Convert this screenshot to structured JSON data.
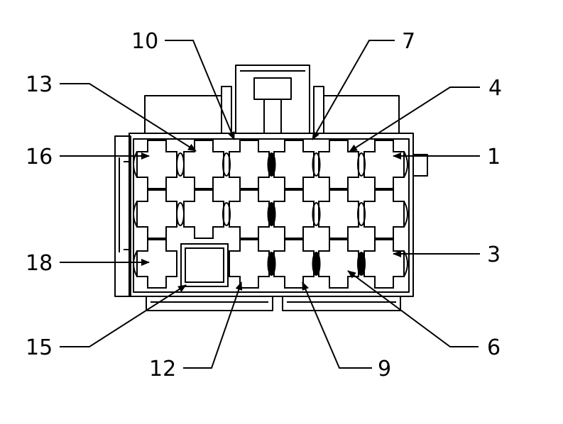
{
  "diagram": {
    "stroke_color": "#000000",
    "background_color": "#ffffff",
    "pin_labels": [
      "10",
      "7",
      "13",
      "4",
      "16",
      "1",
      "18",
      "3",
      "15",
      "6",
      "12",
      "9"
    ]
  }
}
